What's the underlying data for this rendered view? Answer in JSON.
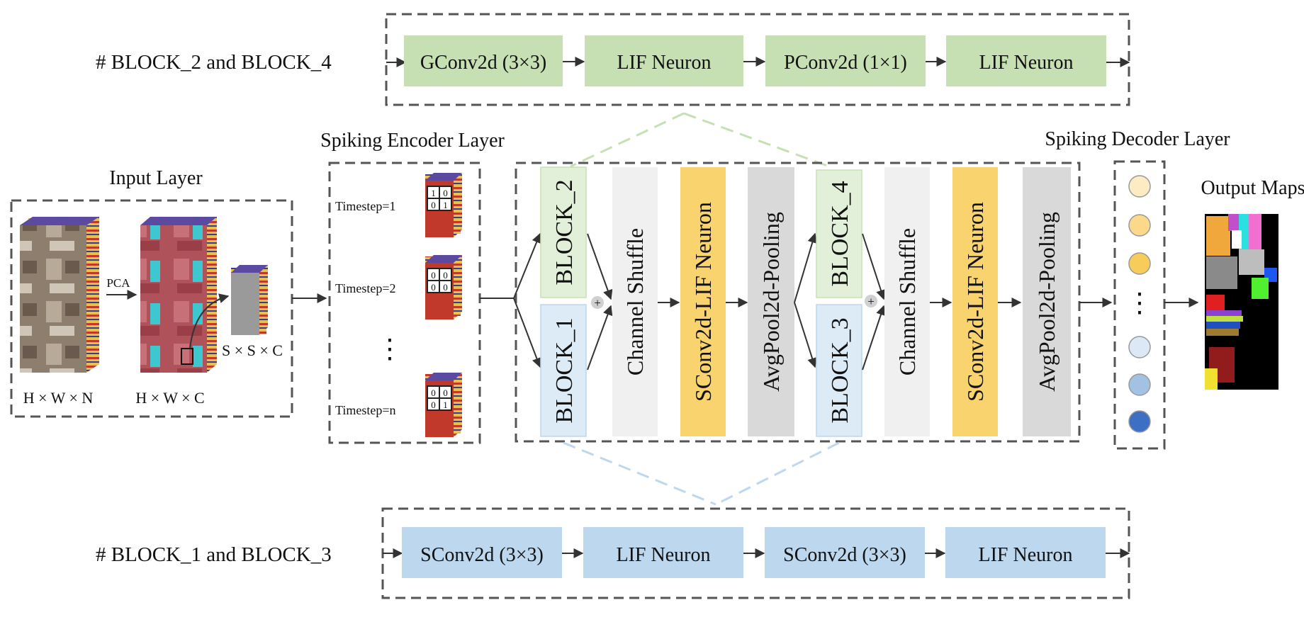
{
  "top_row": {
    "caption": "# BLOCK_2 and BLOCK_4",
    "boxes": [
      "GConv2d (3×3)",
      "LIF Neuron",
      "PConv2d (1×1)",
      "LIF Neuron"
    ]
  },
  "bottom_row": {
    "caption": "# BLOCK_1 and BLOCK_3",
    "boxes": [
      "SConv2d (3×3)",
      "LIF Neuron",
      "SConv2d (3×3)",
      "LIF Neuron"
    ]
  },
  "input_layer": {
    "title": "Input Layer",
    "pca_label": "PCA",
    "dims": [
      "H × W × N",
      "H × W × C",
      "S × S × C"
    ]
  },
  "encoder": {
    "title": "Spiking  Encoder Layer",
    "timesteps": [
      "Timestep=1",
      "Timestep=2",
      "Timestep=n"
    ],
    "ellipsis": "⋮",
    "grids": [
      [
        "1",
        "0",
        "0",
        "1"
      ],
      [
        "0",
        "0",
        "0",
        "0"
      ],
      [
        "0",
        "0",
        "0",
        "1"
      ]
    ]
  },
  "core": {
    "columns": [
      {
        "top": "BLOCK_2",
        "bottom": "BLOCK_1"
      },
      {
        "label": "Channel Shuffle"
      },
      {
        "label": "SConv2d-LIF Neuron"
      },
      {
        "label": "AvgPool2d-Pooling"
      },
      {
        "top": "BLOCK_4",
        "bottom": "BLOCK_3"
      },
      {
        "label": "Channel Shuffle"
      },
      {
        "label": "SConv2d-LIF Neuron"
      },
      {
        "label": "AvgPool2d-Pooling"
      }
    ],
    "plus": "+"
  },
  "decoder": {
    "title": "Spiking  Decoder Layer",
    "ellipsis": "⋮"
  },
  "output": {
    "title": "Output Maps"
  },
  "colors": {
    "green_box": "#c6e0b4",
    "blue_box": "#bdd7ee",
    "shuffle": "#f0f0f0",
    "sconv": "#f9d36e",
    "pool": "#d9d9d9",
    "dash": "#555555",
    "green_dash": "#c6e0b4",
    "blue_dash": "#bdd7ee"
  }
}
